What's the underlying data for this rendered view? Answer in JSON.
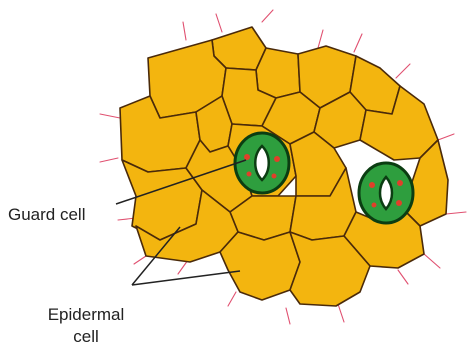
{
  "labels": {
    "guard_cell": "Guard cell",
    "epidermal_line1": "Epidermal",
    "epidermal_line2": "cell"
  },
  "colors": {
    "epidermal_fill": "#F3B50F",
    "cell_wall": "#4a2a0a",
    "guard_cell_fill": "#2E9E3E",
    "guard_cell_outline": "#0b3d12",
    "chloroplast": "#E0402A",
    "hairs": "#e05070",
    "label_text": "#222222"
  }
}
